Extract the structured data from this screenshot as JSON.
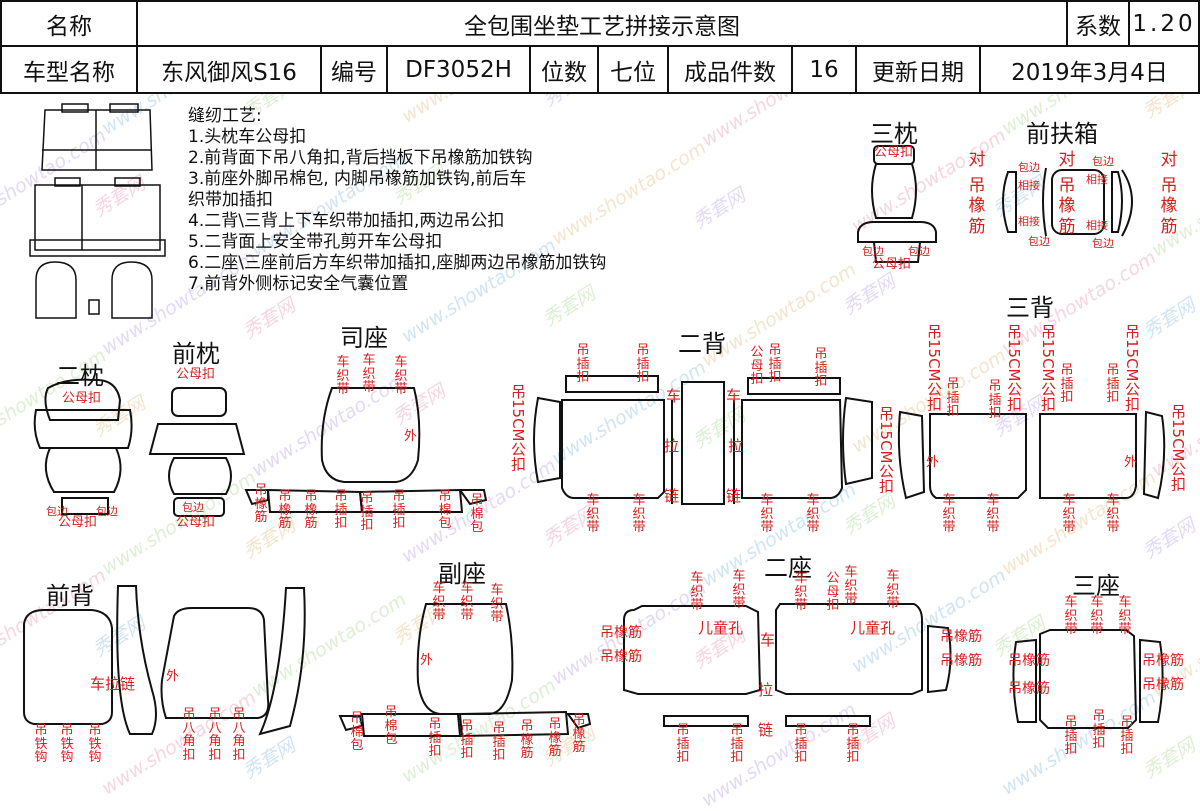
{
  "header": {
    "row1": {
      "name_label": "名称",
      "title": "全包围坐垫工艺拼接示意图",
      "coef_label": "系数",
      "coef_value": "1.20"
    },
    "row2": {
      "model_label": "车型名称",
      "model_value": "东风御风S16",
      "code_label": "编号",
      "code_value": "DF3052H",
      "seats_label": "位数",
      "seats_value": "七位",
      "pieces_label": "成品件数",
      "pieces_value": "16",
      "date_label": "更新日期",
      "date_value": "2019年3月4日"
    }
  },
  "notes": {
    "heading": "缝纫工艺:",
    "items": [
      "1.头枕车公母扣",
      "2.前背面下吊八角扣,背后挡板下吊橡筋加铁钩",
      "3.前座外脚吊棉包, 内脚吊橡筋加铁钩,前后车",
      "  织带加插扣",
      "4.二背\\三背上下车织带加插扣,两边吊公扣",
      "5.二背面上安全带孔剪开车公母扣",
      "6.二座\\三座前后方车织带加插扣,座脚两边吊橡筋加铁钩",
      "7.前背外侧标记安全气囊位置"
    ]
  },
  "sections": {
    "san_zhen": "三枕",
    "qian_fu_xiang": "前扶箱",
    "er_zhen": "二枕",
    "qian_zhen": "前枕",
    "si_zuo": "司座",
    "er_bei": "二背",
    "san_bei": "三背",
    "qian_bei": "前背",
    "fu_zuo": "副座",
    "er_zuo": "二座",
    "san_zuo": "三座"
  },
  "labels": {
    "gongmu_kou": "公母扣",
    "bao_bian": "包边",
    "xiang_jie": "相接",
    "dui": "对",
    "diao_xiang_jin": "吊橡筋",
    "che_zhi_dai": "车织带",
    "wai": "外",
    "diao_xiang_jin_v": "吊橡筋",
    "diao_cha_kou": "吊插扣",
    "diao_mian_bao": "吊棉包",
    "gong_mu_kou_v": "公母扣",
    "diao_15cm_gong_kou": "吊15CM公扣",
    "che": "车",
    "la": "拉",
    "lian": "链",
    "che_la_lian": "车拉链",
    "diao_tie_gou": "吊铁钩",
    "diao_ba_jiao_kou": "吊八角扣",
    "er_tong_kong": "儿童孔",
    "diao_xiang_jin_h": "吊橡筋"
  },
  "watermark": {
    "site": "www.showtao.com",
    "brand": "秀套网"
  },
  "colors": {
    "annotation_red": "#d81e1e",
    "outline": "#111111"
  }
}
